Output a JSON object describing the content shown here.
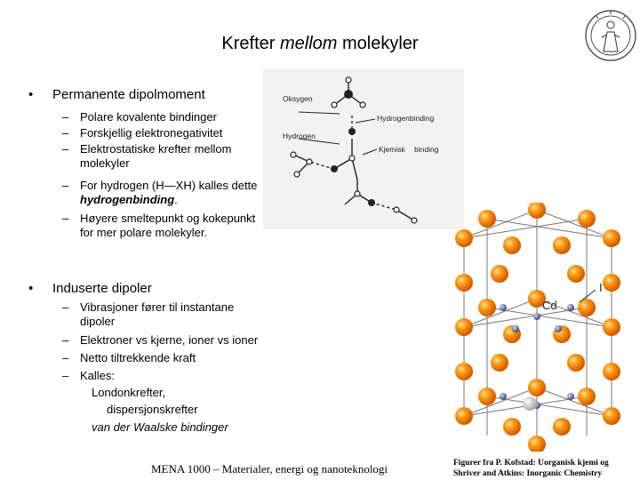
{
  "slide": {
    "title_pre": "Krefter ",
    "title_em": "mellom",
    "title_post": " molekyler"
  },
  "bullets": [
    {
      "dot": "•",
      "text": "Permanente dipolmoment",
      "subs": [
        {
          "dash": "–",
          "line1": "Polare kovalente bindinger"
        },
        {
          "dash": "–",
          "line1": "Forskjellig elektronegativitet"
        },
        {
          "dash": "–",
          "line1": "Elektrostatiske krefter mellom",
          "line2": "molekyler"
        },
        {
          "dash": "–",
          "line1": "For hydrogen (H—XH) kalles dette",
          "line2_bold": "hydrogenbinding",
          "line2_end": "."
        },
        {
          "dash": "–",
          "line1": "Høyere smeltepunkt og kokepunkt",
          "line2": "for mer polare molekyler."
        }
      ]
    },
    {
      "dot": "•",
      "text": "Induserte dipoler",
      "subs": [
        {
          "dash": "–",
          "line1": "Vibrasjoner fører til instantane",
          "line2": "dipoler"
        },
        {
          "dash": "–",
          "line1": "Elektroner vs kjerne, ioner vs ioner"
        },
        {
          "dash": "–",
          "line1": "Netto tiltrekkende kraft"
        },
        {
          "dash": "–",
          "line1": "Kalles:"
        }
      ],
      "called": [
        "Londonkrefter,",
        "dispersjonskrefter",
        "van der Waalske bindinger"
      ]
    }
  ],
  "diagram": {
    "label_oxygen": "Oksygen",
    "label_hydrogen": "Hydrogen",
    "label_hbond": "Hydrogenbinding",
    "label_chemical_1": "Kjemisk",
    "label_chemical_2": "binding"
  },
  "lattice": {
    "label_cd": "Cd",
    "label_i": "I"
  },
  "footer": {
    "course": "MENA 1000 – Materialer, energi og nanoteknologi",
    "credit_line1": "Figurer fra P. Kofstad: Uorganisk kjemi og",
    "credit_line2": "Shriver and Atkins: Inorganic Chemistry"
  },
  "colors": {
    "sphere_orange": "#ff8a00",
    "sphere_small": "#6b7aa0",
    "lattice_lines": "#777777",
    "diagram_bg": "#f2f2f2"
  }
}
